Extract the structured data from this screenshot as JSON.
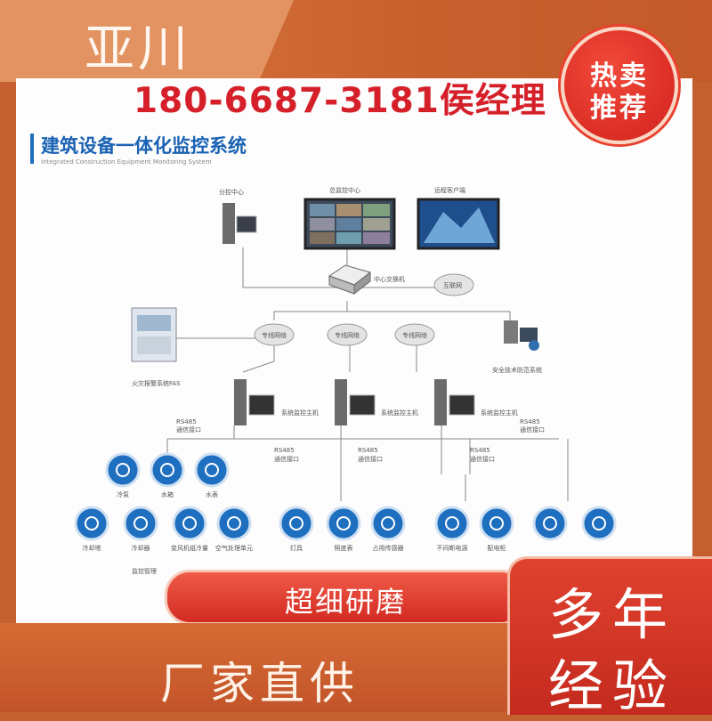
{
  "brand": "亚川",
  "phone": "180-6687-3181侯经理",
  "badge": {
    "line1": "热卖",
    "line2": "推荐"
  },
  "diagram": {
    "title": "建筑设备一体化监控系统",
    "subtitle": "Integrated Construction Equipment Monitoring System",
    "nodes": {
      "sub_center": "分控中心",
      "main_center": "总监控中心",
      "remote_client": "远程客户端",
      "switch": "中心交换机",
      "internet": "互联网",
      "dedicated_net": "专线网络",
      "fire_alarm": "火灾报警系统FAS",
      "security": "安全技术防范系统",
      "host": "系统监控主机",
      "rs485": "RS485",
      "comm_port": "通信接口"
    },
    "devices": [
      "冷泵",
      "水箱",
      "水表",
      "冷却塔",
      "冷却器",
      "变风机组冷量",
      "空气处理单元",
      "灯具",
      "照度表",
      "占用传感器",
      "不间断电源",
      "配电柜"
    ],
    "bottom_label": "监控管理"
  },
  "ribbon": "超细研磨",
  "footer": "厂家直供",
  "corner": {
    "line1": "多年",
    "line2": "经验"
  },
  "colors": {
    "accent_blue": "#1f6fc0",
    "badge_red": "#d3211d",
    "bg_orange": "#c45f2f"
  }
}
